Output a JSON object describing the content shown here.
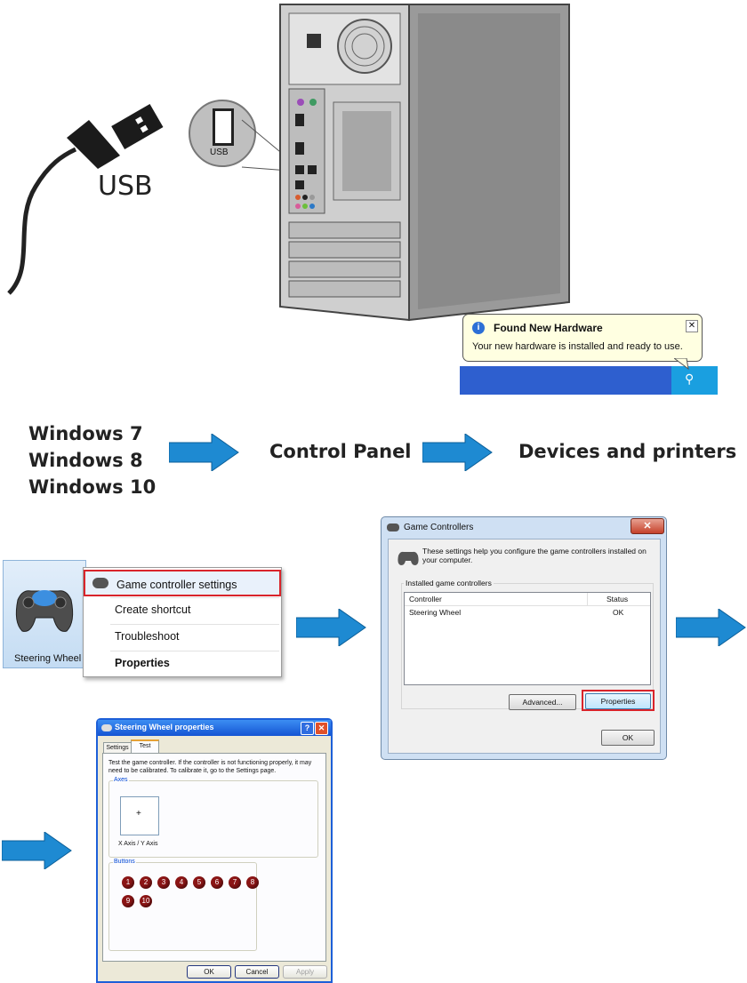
{
  "hardware": {
    "usb_cable_label": "USB",
    "port_label": "USB"
  },
  "notification": {
    "title": "Found New Hardware",
    "message": "Your new hardware is installed and ready to use."
  },
  "steps": {
    "os": [
      "Windows 7",
      "Windows 8",
      "Windows 10"
    ],
    "control_panel": "Control Panel",
    "devices": "Devices and printers"
  },
  "device": {
    "name": "Steering Wheel"
  },
  "context_menu": {
    "items": [
      "Game controller settings",
      "Create shortcut",
      "Troubleshoot",
      "Properties"
    ]
  },
  "game_controllers": {
    "title": "Game Controllers",
    "description": "These settings help you configure the game controllers installed on your computer.",
    "group_label": "Installed game controllers",
    "col_controller": "Controller",
    "col_status": "Status",
    "row_controller": "Steering Wheel",
    "row_status": "OK",
    "advanced": "Advanced...",
    "properties": "Properties",
    "ok": "OK"
  },
  "props": {
    "title": "Steering Wheel properties",
    "tabs": [
      "Settings",
      "Test"
    ],
    "instruction": "Test the game controller.  If the controller is not functioning properly, it may need to be calibrated.  To calibrate it, go to the Settings page.",
    "axes_label": "Axes",
    "axis_caption": "X Axis / Y Axis",
    "buttons_label": "Buttons",
    "buttons": [
      "1",
      "2",
      "3",
      "4",
      "5",
      "6",
      "7",
      "8",
      "9",
      "10"
    ],
    "ok": "OK",
    "cancel": "Cancel",
    "apply": "Apply"
  },
  "colors": {
    "arrow": "#1e8ad2",
    "highlight": "#d9242b",
    "taskbar": "#2e5fcf",
    "tooltip": "#ffffe1",
    "xp_title": "#1d5fd8"
  }
}
